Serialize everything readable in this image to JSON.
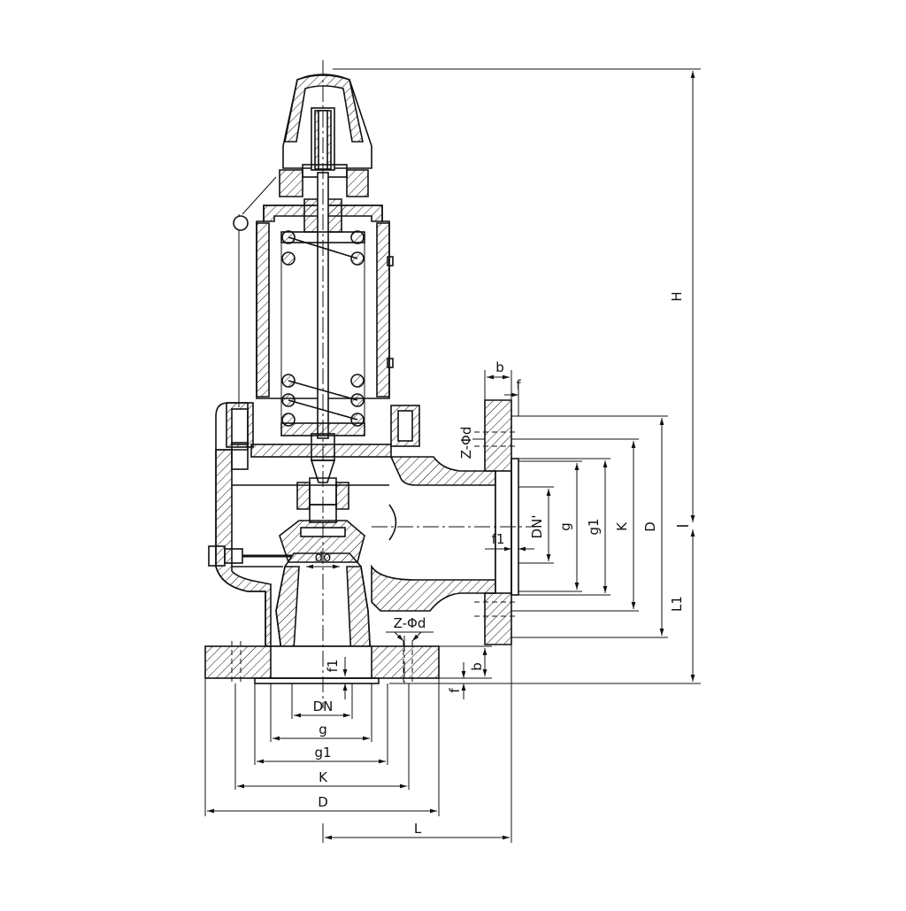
{
  "labels": {
    "H": "H",
    "L1": "L1",
    "b_top": "b",
    "f_top": "f",
    "zd_top": "Z-Φd",
    "DN_prime": "DN'",
    "g_right": "g",
    "g1_right": "g1",
    "K_right": "K",
    "D_right": "D",
    "f1_right": "f1",
    "do": "do",
    "zd_bottom": "Z-Φd",
    "b_bottom": "b",
    "f_bottom": "f",
    "f1_bottom": "f1",
    "DN": "DN",
    "g_bottom": "g",
    "g1_bottom": "g1",
    "K_bottom": "K",
    "D_bottom": "D",
    "L": "L"
  }
}
